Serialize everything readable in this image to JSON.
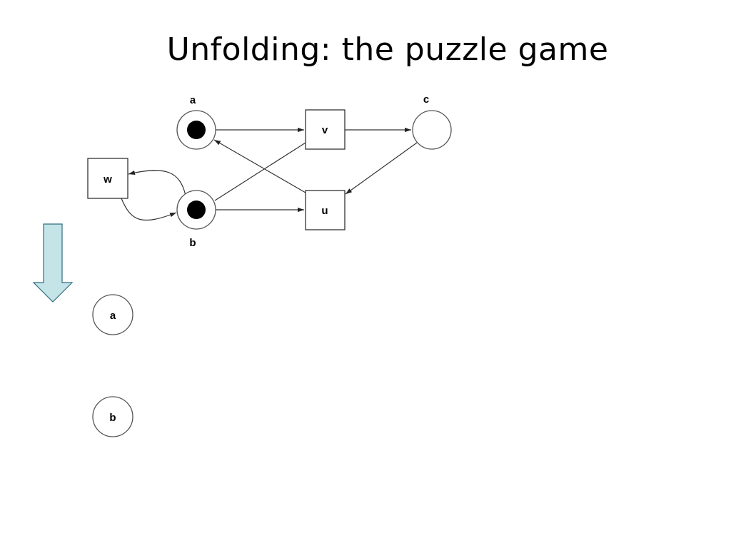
{
  "slide": {
    "title": "Unfolding: the puzzle game"
  },
  "net": {
    "places": {
      "a": {
        "label": "a",
        "marked": true
      },
      "b": {
        "label": "b",
        "marked": true
      },
      "c": {
        "label": "c",
        "marked": false
      }
    },
    "transitions": {
      "v": {
        "label": "v"
      },
      "u": {
        "label": "u"
      },
      "w": {
        "label": "w"
      }
    }
  },
  "unfolding": {
    "conditions": {
      "a": {
        "label": "a"
      },
      "b": {
        "label": "b"
      }
    }
  },
  "colors": {
    "arrow_fill": "#c4e4e8",
    "arrow_stroke": "#2f6f80"
  }
}
